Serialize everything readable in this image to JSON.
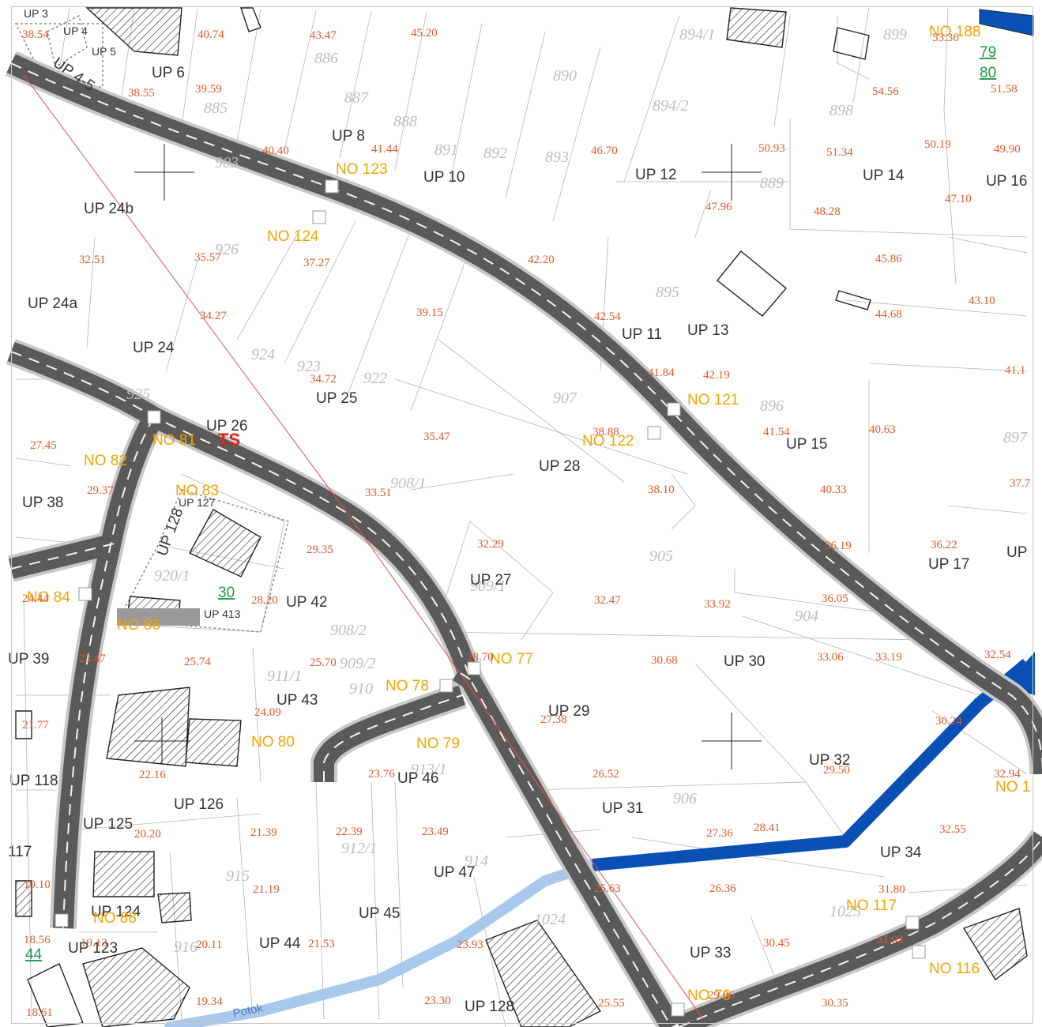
{
  "map": {
    "colors": {
      "road": "#5a5a5a",
      "road_edge": "#c8c8c8",
      "road_dash": "#f2f2f2",
      "parcel_line": "#b5b5b5",
      "elevation": "#e0582c",
      "connection": "#f0a500",
      "up_label": "#333333",
      "district_number": "#1f9a4a",
      "ts": "#e0201e",
      "stream_main": "#0a50b4",
      "stream_light": "#a9c9ec",
      "building": "#222222"
    },
    "up_labels": [
      "UP 3",
      "UP 4",
      "UP 5",
      "UP 4-5",
      "UP 6",
      "UP 8",
      "UP 10",
      "UP 12",
      "UP 14",
      "UP 16",
      "UP 24b",
      "UP 24a",
      "UP 24",
      "UP 25",
      "UP 26",
      "UP 28",
      "UP 11",
      "UP 13",
      "UP 15",
      "UP 17",
      "UP",
      "UP 38",
      "UP 127",
      "UP 128",
      "UP 413",
      "UP 42",
      "UP 27",
      "UP 30",
      "UP 29",
      "UP 43",
      "UP 39",
      "UP 118",
      "UP 46",
      "UP 32",
      "UP 125",
      "UP 126",
      "UP 31",
      "UP 34",
      "117",
      "UP 47",
      "UP 45",
      "UP 124",
      "UP 123",
      "UP 44",
      "UP 33",
      "UP 128"
    ],
    "no_labels": [
      "NO 188",
      "NO 123",
      "NO 124",
      "NO 121",
      "NO 81",
      "NO 82",
      "NO 83",
      "NO 122",
      "NO 84",
      "NO 86",
      "NO 77",
      "NO 78",
      "NO 80",
      "NO 79",
      "NO 1",
      "NO 117",
      "NO 88",
      "NO 116",
      "NO 76"
    ],
    "elevations": [
      "38.54",
      "40.74",
      "43.47",
      "45.20",
      "53.36",
      "38.55",
      "39.59",
      "54.56",
      "51.58",
      "40.40",
      "41.44",
      "46.70",
      "50.93",
      "51.34",
      "50.19",
      "49.90",
      "47.96",
      "48.28",
      "47.10",
      "32.51",
      "35.57",
      "37.27",
      "42.20",
      "45.86",
      "34.27",
      "39.15",
      "42.54",
      "44.68",
      "43.10",
      "34.72",
      "41.84",
      "42.19",
      "41.1",
      "27.45",
      "35.47",
      "38.88",
      "41.54",
      "40.63",
      "29.37",
      "33.51",
      "38.10",
      "40.33",
      "37.7",
      "32.29",
      "36.19",
      "36.22",
      "29.35",
      "28.20",
      "32.47",
      "33.92",
      "36.05",
      "24.44",
      "23.47",
      "25.74",
      "25.70",
      "28.70",
      "30.68",
      "33.06",
      "33.19",
      "32.54",
      "24.09",
      "27.38",
      "21.77",
      "30.24",
      "22.16",
      "23.76",
      "26.52",
      "29.50",
      "32.94",
      "20.20",
      "21.39",
      "22.39",
      "23.49",
      "27.36",
      "28.41",
      "32.55",
      "19.10",
      "21.19",
      "25.63",
      "26.36",
      "31.80",
      "18.56",
      "19.13",
      "20.11",
      "21.53",
      "23.93",
      "30.45",
      "31.93",
      "19.34",
      "23.30",
      "25.55",
      "29.06",
      "30.35",
      "18.61"
    ],
    "parcel_numbers": [
      "894/1",
      "899",
      "890",
      "886",
      "887",
      "885",
      "888",
      "894/2",
      "898",
      "903",
      "891",
      "892",
      "893",
      "889",
      "897",
      "895",
      "926",
      "924",
      "923",
      "922",
      "907",
      "896",
      "925",
      "908/1",
      "905",
      "904",
      "920/1",
      "909/1",
      "908/2",
      "909/2",
      "911/1",
      "910",
      "913/1",
      "912/1",
      "906",
      "914",
      "915",
      "916",
      "1024",
      "1025"
    ],
    "district_numbers": [
      "79",
      "80",
      "30",
      "44"
    ],
    "ts_label": "TS",
    "stream_label": "Potok"
  }
}
